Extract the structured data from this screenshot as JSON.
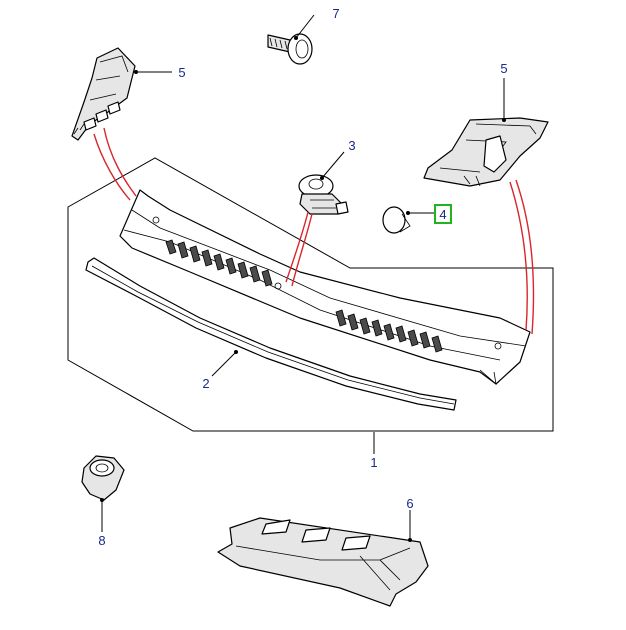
{
  "callouts": {
    "c1": "1",
    "c2": "2",
    "c3": "3",
    "c4": "4",
    "c5_left": "5",
    "c5_right": "5",
    "c6": "6",
    "c7": "7",
    "c8": "8"
  },
  "highlighted_callout": "4",
  "colors": {
    "callout_text": "#1a2a8a",
    "highlight_box": "#1fb51f",
    "guide_lines": "#d9262b"
  }
}
